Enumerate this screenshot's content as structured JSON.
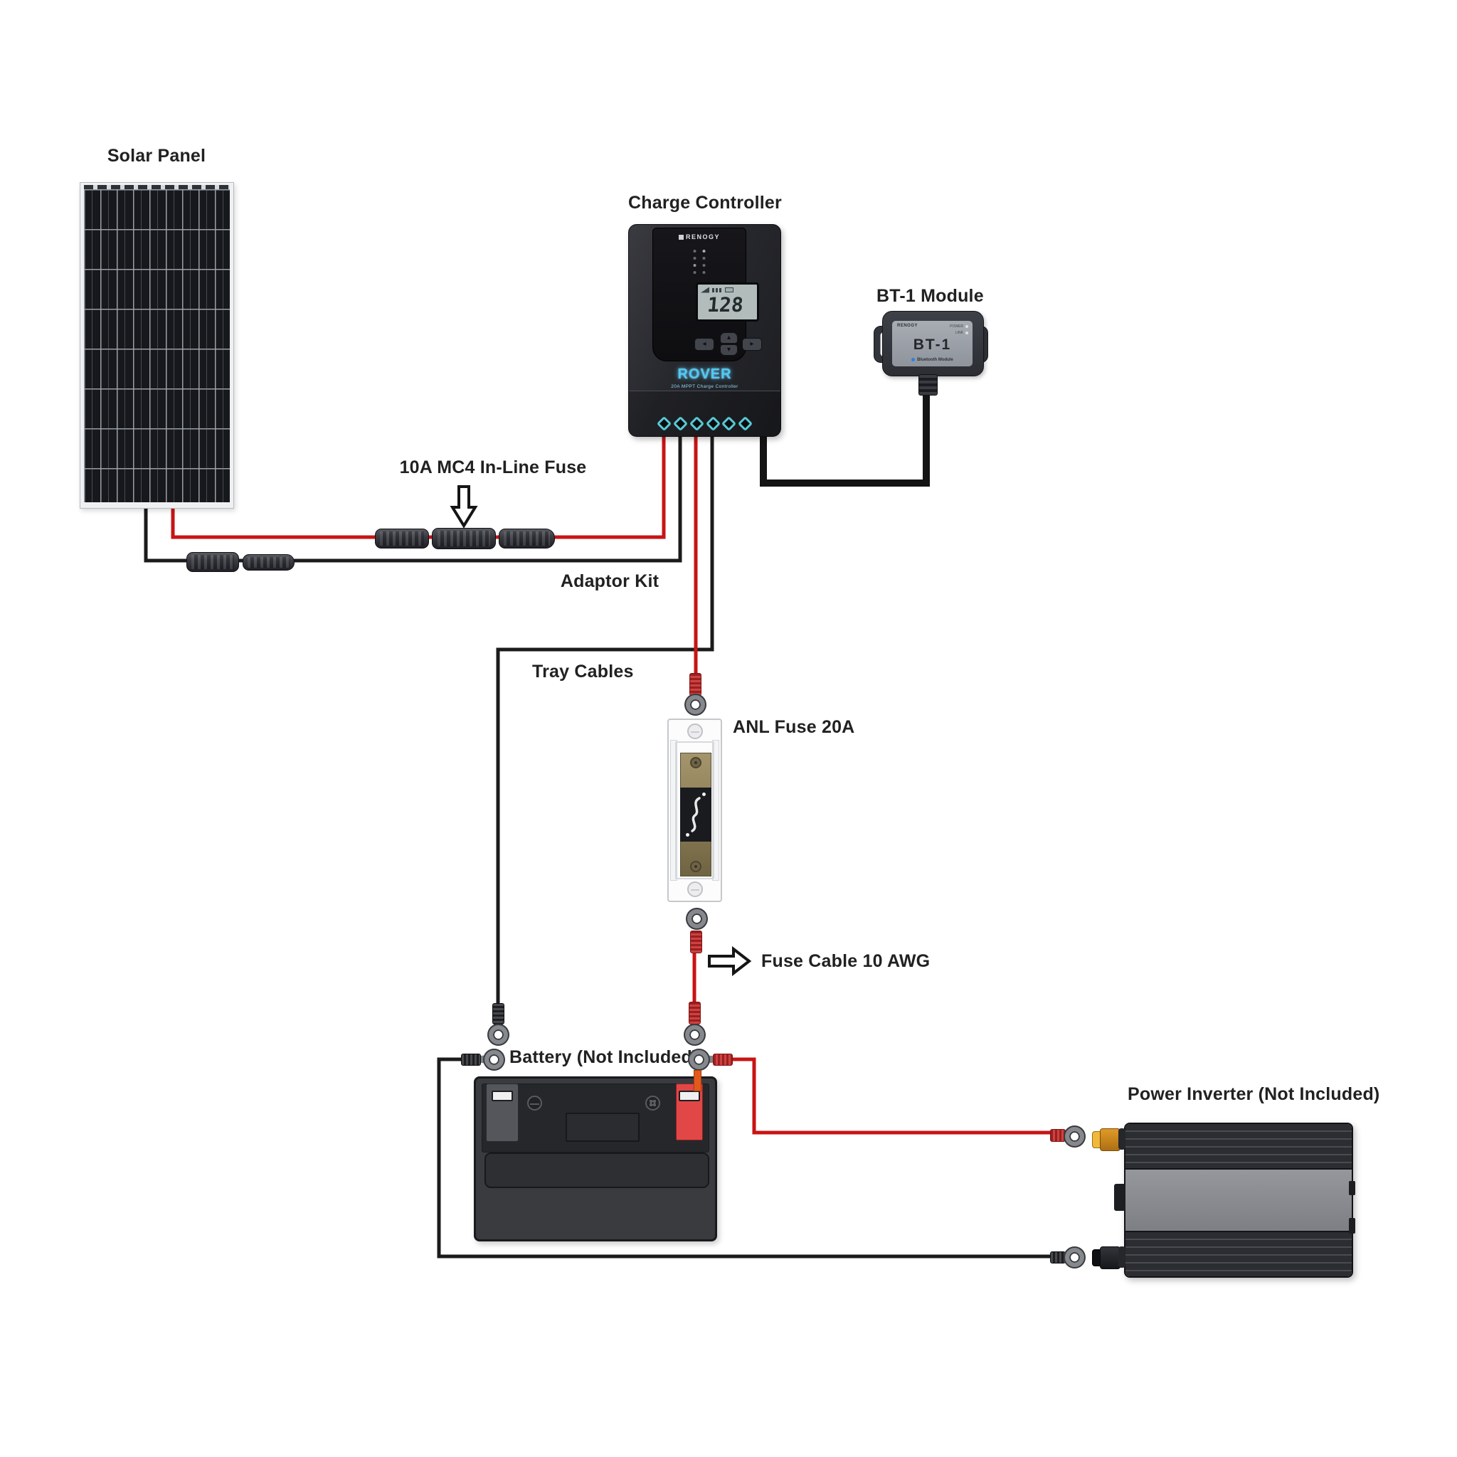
{
  "diagram": {
    "title_context": "Solar charging system wiring diagram",
    "labels": {
      "solar_panel": "Solar Panel",
      "charge_controller": "Charge Controller",
      "bt1_module": "BT-1 Module",
      "mc4_fuse": "10A MC4 In-Line Fuse",
      "adaptor_kit": "Adaptor Kit",
      "tray_cables": "Tray Cables",
      "anl_fuse": "ANL Fuse 20A",
      "fuse_cable": "Fuse Cable 10 AWG",
      "battery": "Battery (Not Included)",
      "power_inverter": "Power Inverter (Not Included)"
    },
    "devices": {
      "charge_controller": {
        "brand": "RENOGY",
        "lcd_value": "128",
        "model": "ROVER",
        "model_subtitle": "20A MPPT Charge Controller"
      },
      "bt1": {
        "brand": "RENOGY",
        "name": "BT-1",
        "power_label": "POWER",
        "link_label": "LINK",
        "subtitle": "Bluetooth Module"
      }
    },
    "annotations": {
      "mc4_fuse_pointer": "down-arrow-icon",
      "fuse_cable_pointer": "right-arrow-icon"
    },
    "colors": {
      "wire_positive": "#c81414",
      "wire_negative": "#1b1b1b",
      "bt_cable": "#141414",
      "heat_shrink_red": "#c62828",
      "terminal_teal": "#57c9d6",
      "rover_blue": "#4ecaf4",
      "battery_positive": "#e14747",
      "inverter_positive_post": "#e09a28",
      "label_text": "#212121",
      "background": "#ffffff"
    }
  }
}
